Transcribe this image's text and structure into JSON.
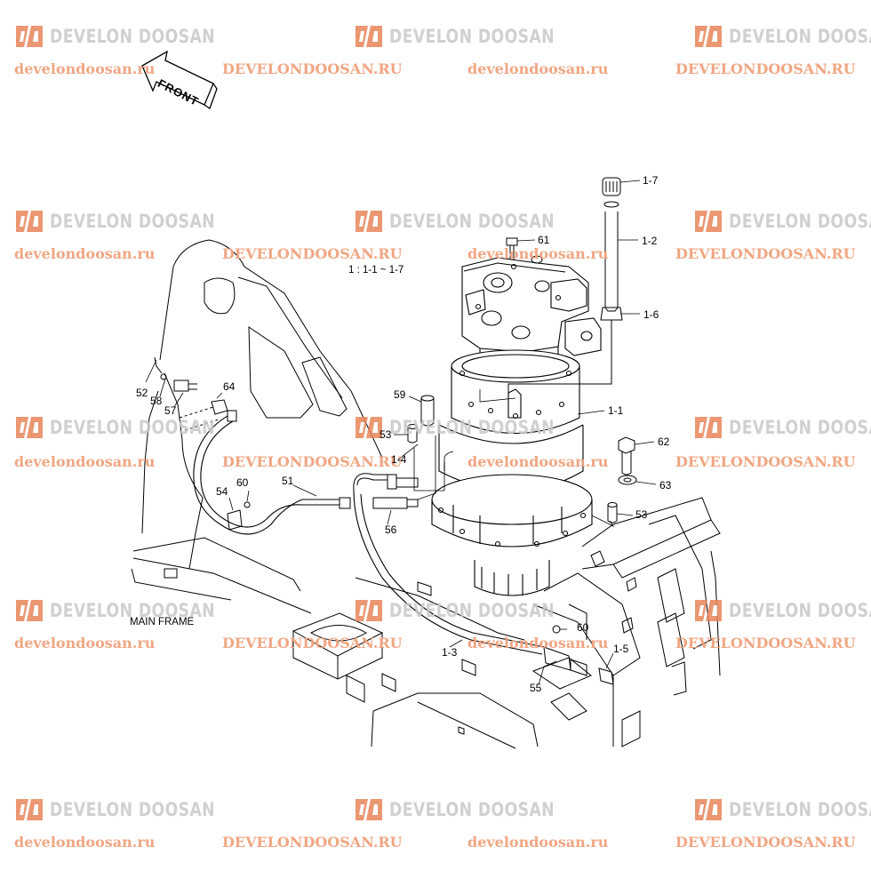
{
  "brand": {
    "name": "DEVELON DOOSAN",
    "url_lower": "develondoosan.ru",
    "url_upper": "DEVELONDOOSAN.RU",
    "accent": "#e8855a",
    "grey": "#c8c8c8"
  },
  "direction": {
    "front_label": "FRONT"
  },
  "scale_note": "1 : 1-1 ~ 1-7",
  "main_frame_label": "MAIN FRAME",
  "callouts": {
    "c1_7": "1-7",
    "c1_2": "1-2",
    "c61": "61",
    "c1_6": "1-6",
    "c1_1": "1-1",
    "c59": "59",
    "c53a": "53",
    "c52": "52",
    "c58": "58",
    "c57": "57",
    "c64": "64",
    "c62": "62",
    "c63": "63",
    "c53b": "53",
    "c1_4": "1-4",
    "c54": "54",
    "c60a": "60",
    "c51": "51",
    "c56": "56",
    "c60b": "60",
    "c1_5": "1-5",
    "c1_3": "1-3",
    "c55": "55"
  }
}
